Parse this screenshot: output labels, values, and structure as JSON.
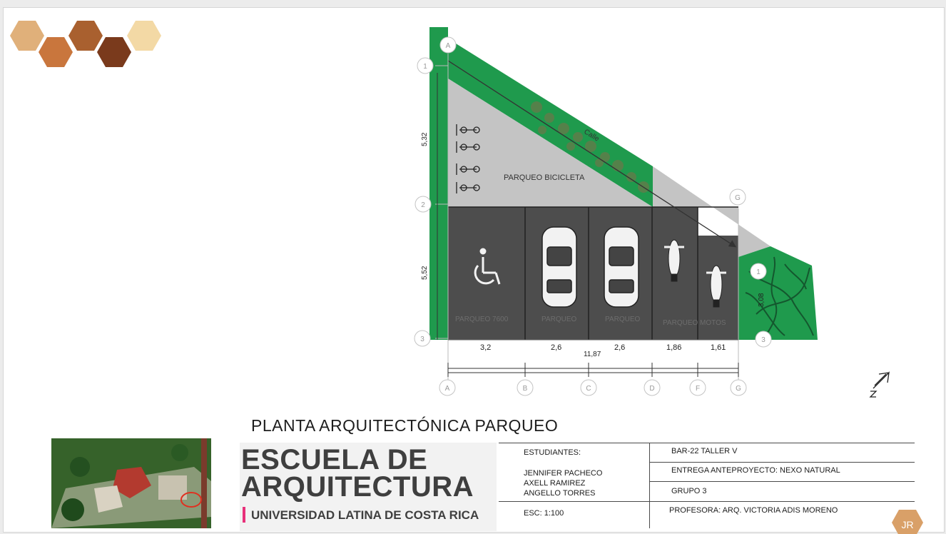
{
  "plan": {
    "road_label": "Calle",
    "zones": {
      "bike": "PARQUEO BICICLETA",
      "accessible": "PARQUEO 7600",
      "car1": "PARQUEO",
      "car2": "PARQUEO",
      "motos": "PARQUEO MOTOS"
    },
    "grid_bubbles_left": [
      "1",
      "2",
      "3"
    ],
    "grid_bubbles_bottom": [
      "A",
      "B",
      "C",
      "D",
      "F",
      "G"
    ],
    "grid_bubble_top": "A",
    "grid_bubble_right_top": "G",
    "grid_bubbles_right": [
      "1",
      "3"
    ],
    "dims_vertical": [
      "5,32",
      "5,52"
    ],
    "dims_horizontal": [
      "3,2",
      "2,6",
      "2,6",
      "1,86",
      "1,61"
    ],
    "dim_total": "11,87",
    "dim_right": "3,08",
    "colors": {
      "green": "#1f9a4d",
      "pavement_light": "#c4c4c4",
      "pavement_dark": "#4d4d4d"
    }
  },
  "title_block": {
    "drawing_title": "PLANTA ARQUITECTÓNICA PARQUEO",
    "school_line1": "ESCUELA DE",
    "school_line2": "ARQUITECTURA",
    "university": "UNIVERSIDAD LATINA DE COSTA RICA",
    "students_label": "ESTUDIANTES:",
    "students": [
      "JENNIFER PACHECO",
      "AXELL RAMIREZ",
      "ANGELLO TORRES"
    ],
    "scale": "ESC: 1:100",
    "course": "BAR-22 TALLER V",
    "delivery": "ENTREGA ANTEPROYECTO: NEXO NATURAL",
    "group": "GRUPO 3",
    "professor": "PROFESORA: ARQ. VICTORIA ADIS MORENO",
    "initials": "JR"
  },
  "decor": {
    "hex_colors": [
      "#e0b07a",
      "#c9763d",
      "#a9602f",
      "#7a3a1c",
      "#f3d9a5"
    ]
  }
}
